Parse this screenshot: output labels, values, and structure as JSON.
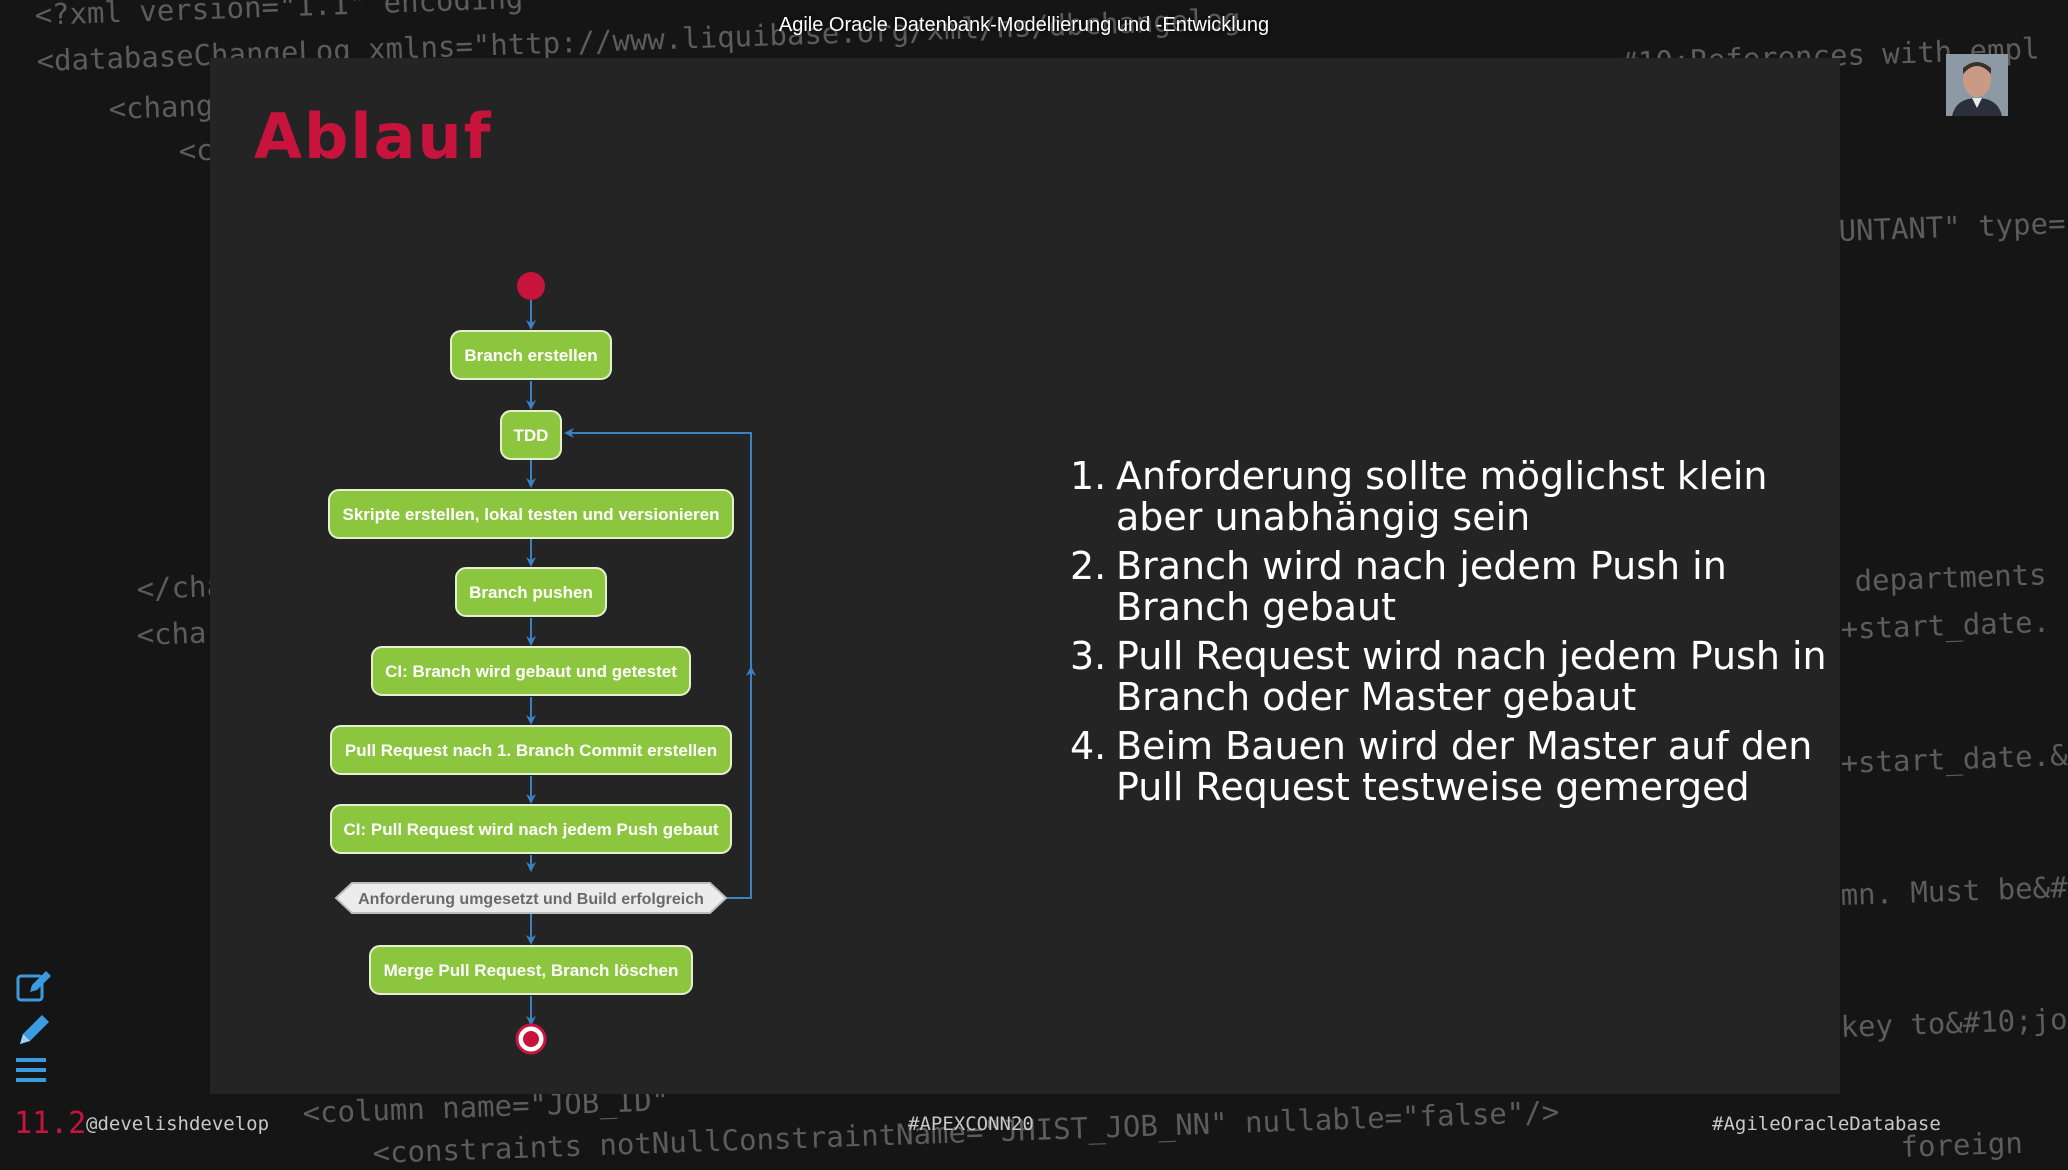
{
  "header": {
    "title": "Agile Oracle Datenbank-Modellierung und -Entwicklung"
  },
  "slide": {
    "title": "Ablauf",
    "diagram": {
      "nodes": [
        "Branch erstellen",
        "TDD",
        "Skripte erstellen, lokal testen und versionieren",
        "Branch pushen",
        "CI: Branch wird gebaut und getestet",
        "Pull Request nach 1. Branch Commit erstellen",
        "CI: Pull Request wird nach jedem Push gebaut",
        "Anforderung umgesetzt und Build erfolgreich",
        "Merge Pull Request, Branch löschen"
      ]
    },
    "steps": [
      {
        "num": "1.",
        "text": "Anforderung sollte möglichst klein aber unabhängig sein"
      },
      {
        "num": "2.",
        "text": "Branch wird nach jedem Push in Branch gebaut"
      },
      {
        "num": "3.",
        "text": "Pull Request wird nach jedem Push in Branch oder Master gebaut"
      },
      {
        "num": "4.",
        "text": "Beim Bauen wird der Master auf den Pull Request testweise gemerged"
      }
    ]
  },
  "footer": {
    "page": "11.2",
    "handle": "@develishdevelop",
    "hashtag_center": "#APEXCONN20",
    "hashtag_right": "#AgileOracleDatabase"
  },
  "background_code": [
    "<?xml version=\"1.1\" encoding",
    "<databaseChangeLog xmlns=\"http://www.liquibase.org/xml/ns/dbchangelog",
    "<chang",
    "<c",
    "</cha",
    "<cha",
    "<column name=\"JOB_ID\"",
    "<constraints notNullConstraintName=\"JHIST_JOB_NN\" nullable=\"false\"/>",
    "#10:References with empl",
    "UNTANT\" type=",
    "departments",
    "+start_date.",
    "+start_date.&",
    "mn. Must be&#",
    "key to&#10;jo",
    "foreign"
  ],
  "colors": {
    "accent": "#c8143c",
    "node_fill": "#8cc63f",
    "node_stroke": "#e6f0d0",
    "arrow": "#3b82c4",
    "slide_bg": "#242424"
  },
  "icons": [
    "edit-icon",
    "pencil-icon",
    "menu-icon",
    "user-avatar"
  ]
}
